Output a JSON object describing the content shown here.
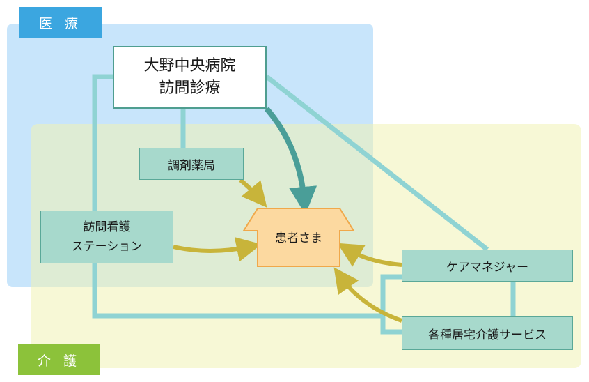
{
  "regions": {
    "medical": {
      "label": "医 療",
      "color": "#3ba6e0"
    },
    "care": {
      "label": "介 護",
      "color": "#8cc23a"
    }
  },
  "nodes": {
    "hospital": {
      "line1": "大野中央病院",
      "line2": "訪問診療"
    },
    "pharmacy": {
      "label": "調剤薬局"
    },
    "nursing": {
      "line1": "訪問看護",
      "line2": "ステーション"
    },
    "patient": {
      "label": "患者さま"
    },
    "care_manager": {
      "label": "ケアマネジャー"
    },
    "home_care": {
      "label": "各種居宅介護サービス"
    }
  },
  "colors": {
    "connector": "#8fd3d3",
    "arrow_gold": "#c8b43a",
    "arrow_teal": "#4a9e98",
    "patient_fill": "#fcd9a0",
    "patient_border": "#f0a84a"
  }
}
